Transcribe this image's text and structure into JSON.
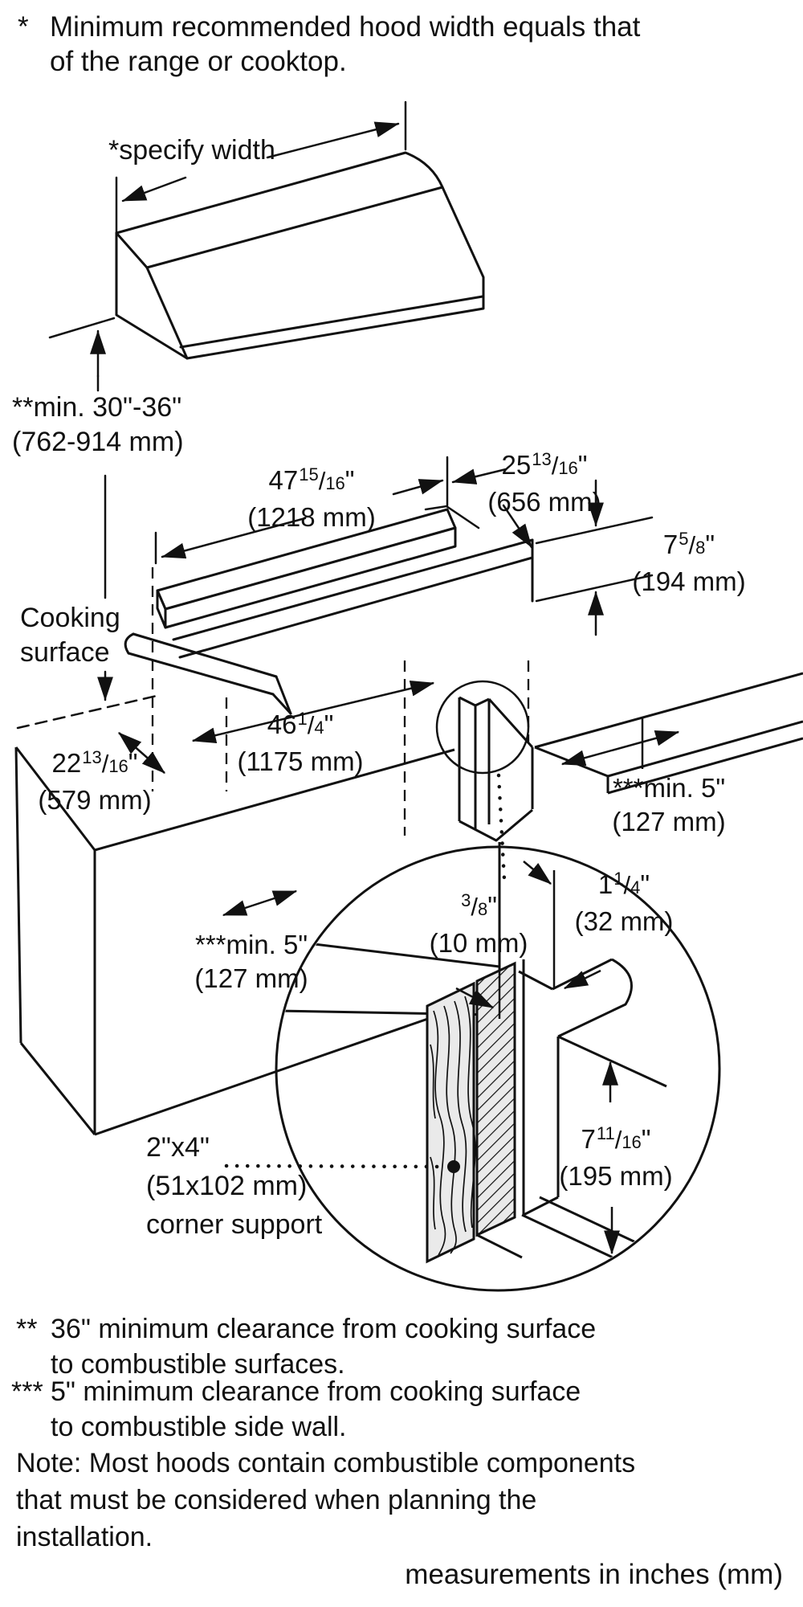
{
  "note_top": {
    "marker": "*",
    "line1": "Minimum recommended hood width equals that",
    "line2": "of the range or cooktop."
  },
  "hood": {
    "specify_width": "*specify width"
  },
  "dims": {
    "hood_height": {
      "line1": "**min. 30\"-36\"",
      "line2": "(762-914 mm)"
    },
    "cooking_surface": {
      "line1": "Cooking",
      "line2": "surface"
    },
    "width_top": {
      "whole": "47",
      "num": "15",
      "den": "16",
      "unit": "\"",
      "mm": "(1218 mm)"
    },
    "depth_top": {
      "whole": "25",
      "num": "13",
      "den": "16",
      "unit": "\"",
      "mm": "(656 mm)"
    },
    "shelf_height": {
      "whole": "7",
      "num": "5",
      "den": "8",
      "unit": "\"",
      "mm": "(194 mm)"
    },
    "cutout_width": {
      "whole": "46",
      "num": "1",
      "den": "4",
      "unit": "\"",
      "mm": "(1175 mm)"
    },
    "counter_depth": {
      "whole": "22",
      "num": "13",
      "den": "16",
      "unit": "\"",
      "mm": "(579 mm)"
    },
    "min_side_left": {
      "line1": "***min. 5\"",
      "line2": "(127 mm)"
    },
    "min_side_right": {
      "line1": "***min. 5\"",
      "line2": "(127 mm)"
    },
    "gap_back": {
      "whole": "",
      "num": "3",
      "den": "8",
      "unit": "\"",
      "mm": "(10 mm)"
    },
    "gap_side": {
      "whole": "1",
      "num": "1",
      "den": "4",
      "unit": "\"",
      "mm": "(32 mm)"
    },
    "support_height": {
      "whole": "7",
      "num": "11",
      "den": "16",
      "unit": "\"",
      "mm": "(195 mm)"
    }
  },
  "corner_support": {
    "line1": "2\"x4\"",
    "line2": "(51x102 mm)",
    "line3": "corner support"
  },
  "footnotes": [
    {
      "marker": "**",
      "line1": "36\" minimum clearance from cooking surface",
      "line2": "to combustible surfaces."
    },
    {
      "marker": "***",
      "line1": "5\" minimum clearance from cooking surface",
      "line2": "to combustible side wall."
    }
  ],
  "note_bottom": {
    "line1": "Note: Most hoods contain combustible components",
    "line2": "that must be considered when planning the",
    "line3": "installation."
  },
  "footer": "measurements in inches (mm)"
}
